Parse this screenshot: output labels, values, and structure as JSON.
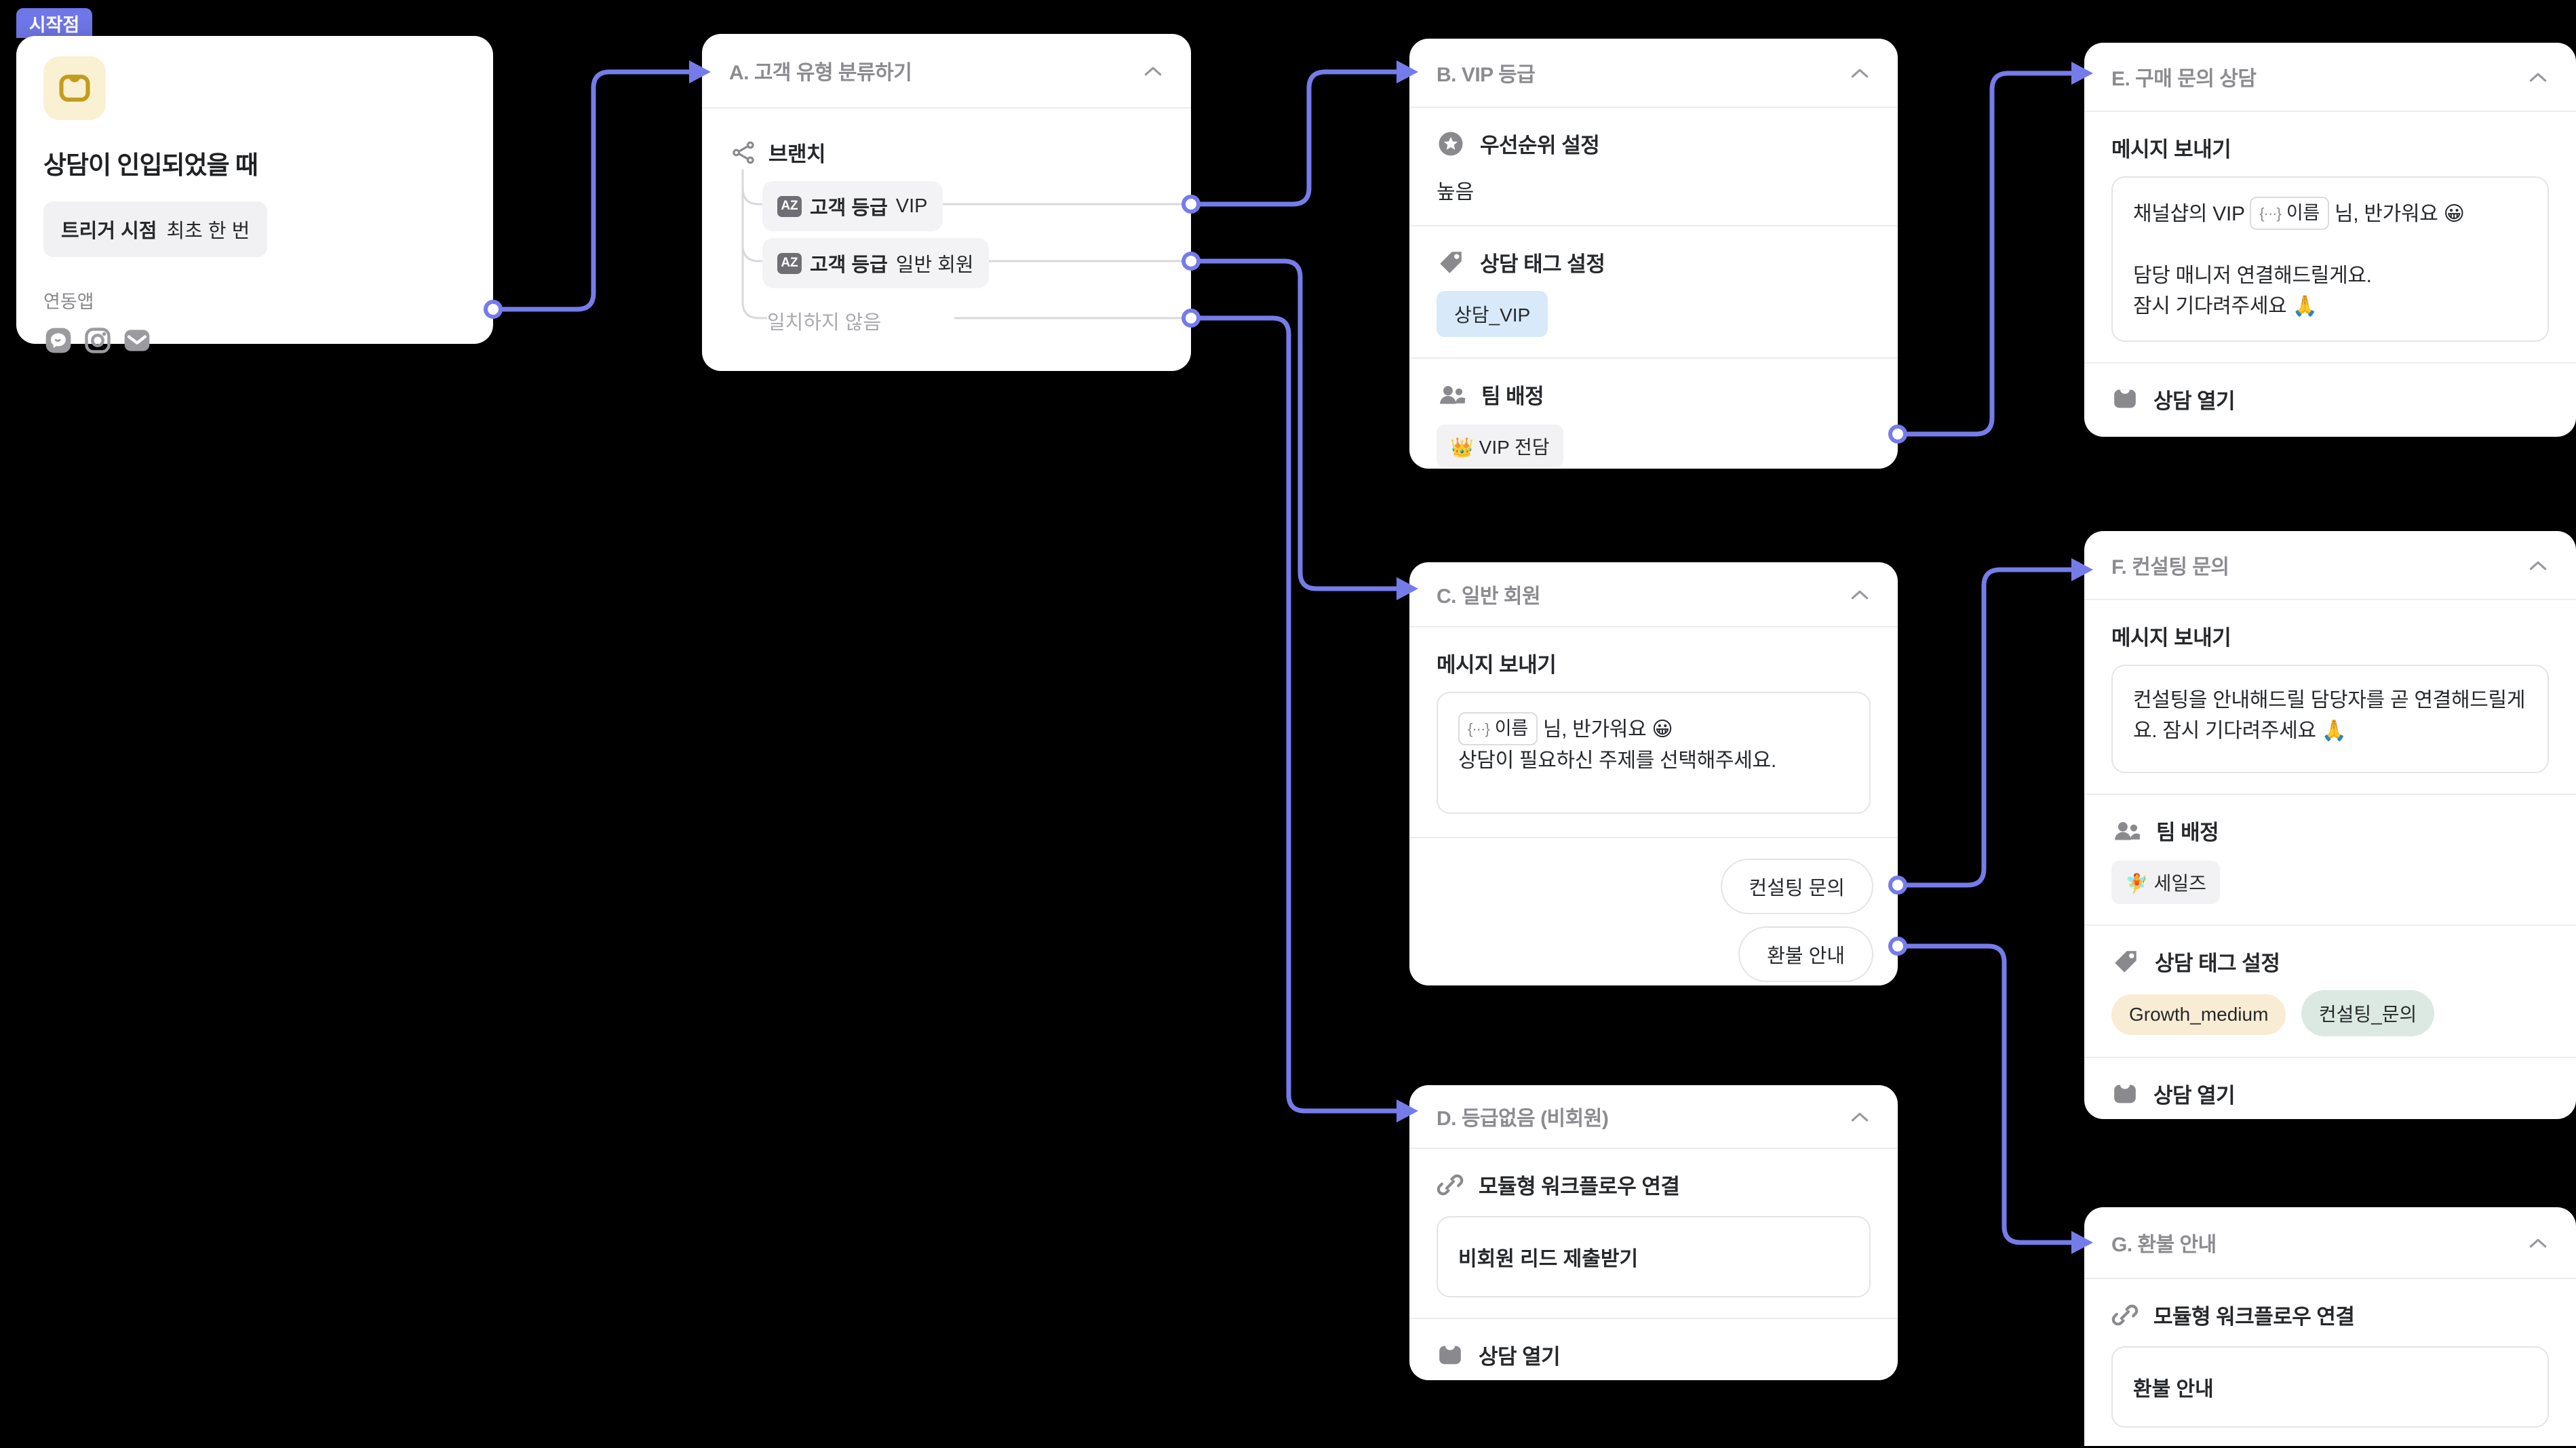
{
  "accent": "#757CEA",
  "start": {
    "badge": "시작점",
    "title": "상담이 인입되었을 때",
    "trigger_label": "트리거 시점",
    "trigger_value": "최초 한 번",
    "apps_label": "연동앱",
    "app_icons": [
      "channel-talk-icon",
      "instagram-icon",
      "mail-icon"
    ]
  },
  "nodeA": {
    "title": "A. 고객 유형 분류하기",
    "branch_label": "브랜치",
    "az_badge": "AZ",
    "branches": [
      {
        "field": "고객 등급",
        "value": "VIP"
      },
      {
        "field": "고객 등급",
        "value": "일반 회원"
      }
    ],
    "fallback": "일치하지 않음"
  },
  "nodeB": {
    "title": "B. VIP 등급",
    "priority_label": "우선순위 설정",
    "priority_value": "높음",
    "tag_label": "상담 태그 설정",
    "tag": "상담_VIP",
    "tag_bg": "#D8EAF9",
    "team_label": "팀 배정",
    "team_value": "👑 VIP 전담"
  },
  "nodeC": {
    "title": "C. 일반 회원",
    "message_label": "메시지 보내기",
    "chip_icon": "{···}",
    "chip_text": "이름",
    "line1_suffix": " 님, 반가워요 😀",
    "line2": "상담이 필요하신 주제를 선택해주세요.",
    "buttons": [
      "컨설팅 문의",
      "환불 안내"
    ]
  },
  "nodeD": {
    "title": "D. 등급없음 (비회원)",
    "link_label": "모듈형 워크플로우 연결",
    "link_value": "비회원 리드 제출받기",
    "open_label": "상담 열기"
  },
  "nodeE": {
    "title": "E. 구매 문의 상담",
    "message_label": "메시지 보내기",
    "line1_prefix": "채널샵의 VIP ",
    "chip_icon": "{···}",
    "chip_text": "이름",
    "line1_suffix": " 님, 반가워요 😀",
    "line2": "담당 매니저 연결해드릴게요.",
    "line3": "잠시 기다려주세요 🙏",
    "open_label": "상담 열기"
  },
  "nodeF": {
    "title": "F. 컨설팅 문의",
    "message_label": "메시지 보내기",
    "message": "컨설팅을 안내해드릴 담당자를 곧 연결해드릴게요. 잠시 기다려주세요 🙏",
    "team_label": "팀 배정",
    "team_value": "🧚 세일즈",
    "tag_label": "상담 태그 설정",
    "tags": [
      {
        "text": "Growth_medium",
        "style": "background:#F8ECD4"
      },
      {
        "text": "컨설팅_문의",
        "style": "background:#DCE9E2"
      }
    ],
    "open_label": "상담 열기"
  },
  "nodeG": {
    "title": "G. 환불 안내",
    "link_label": "모듈형 워크플로우 연결",
    "link_value": "환불 안내"
  }
}
